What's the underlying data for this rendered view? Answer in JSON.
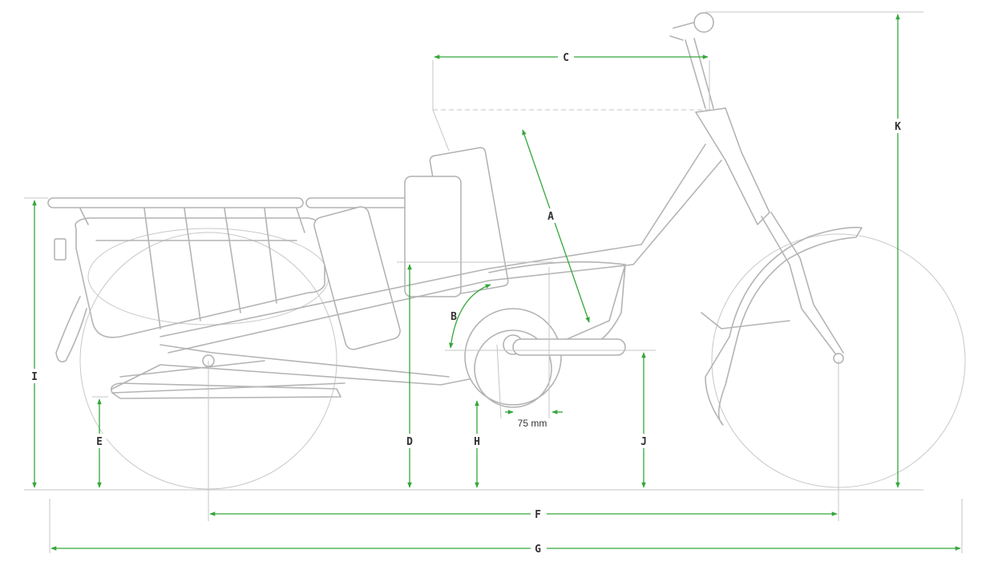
{
  "labels": {
    "A": "A",
    "B": "B",
    "C": "C",
    "D": "D",
    "E": "E",
    "F": "F",
    "G": "G",
    "H": "H",
    "I": "I",
    "J": "J",
    "K": "K"
  },
  "offset_annotation": "75 mm",
  "colors": {
    "dimension": "#35a63c",
    "outline": "#b4b4b4",
    "reference": "#c4c4c4",
    "label_text": "#333333"
  }
}
